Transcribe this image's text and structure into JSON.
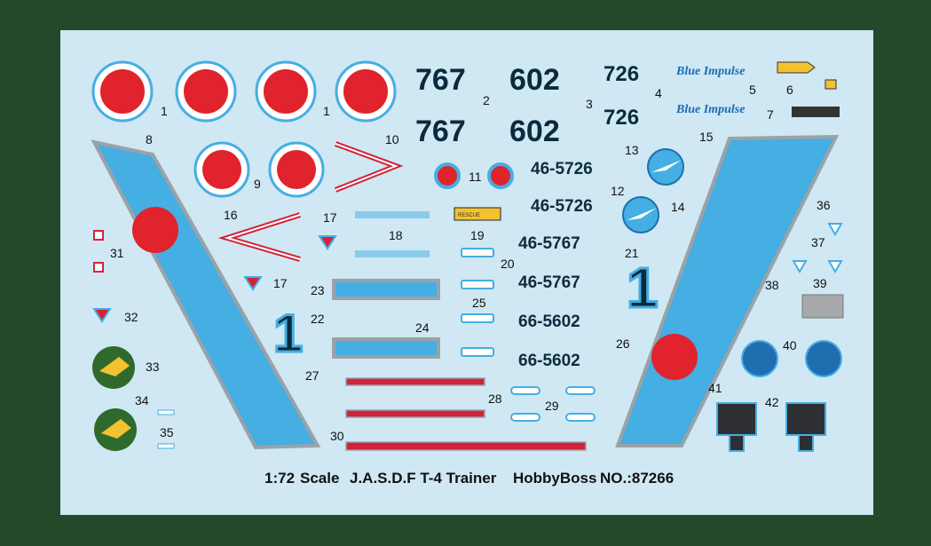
{
  "caption": {
    "scale": "1:72",
    "scale_word": "Scale",
    "model": "J.A.S.D.F T-4 Trainer",
    "brand": "HobbyBoss",
    "kit_no": "NO.:87266"
  },
  "tail_numbers": {
    "n767": "767",
    "n602": "602",
    "n726": "726",
    "one": "1"
  },
  "registrations": [
    "46-5726",
    "46-5726",
    "46-5767",
    "46-5767",
    "66-5602",
    "66-5602"
  ],
  "script_text": "Blue Impulse",
  "rescue_text": "RESCUE",
  "labels": {
    "l1a": "1",
    "l1b": "1",
    "l2": "2",
    "l3": "3",
    "l4": "4",
    "l5": "5",
    "l6": "6",
    "l7": "7",
    "l8": "8",
    "l9": "9",
    "l10": "10",
    "l11": "11",
    "l12": "12",
    "l13": "13",
    "l14": "14",
    "l15": "15",
    "l16": "16",
    "l17a": "17",
    "l17b": "17",
    "l18": "18",
    "l19": "19",
    "l20": "20",
    "l21": "21",
    "l22": "22",
    "l23": "23",
    "l24": "24",
    "l25": "25",
    "l26": "26",
    "l27": "27",
    "l28": "28",
    "l29": "29",
    "l30": "30",
    "l31": "31",
    "l32": "32",
    "l33": "33",
    "l34": "34",
    "l35": "35",
    "l36": "36",
    "l37": "37",
    "l38": "38",
    "l39": "39",
    "l40": "40",
    "l41": "41",
    "l42": "42"
  },
  "colors": {
    "frame": "#23492a",
    "sheet": "#cfe8f3",
    "hinomaru": "#e0232c",
    "decal_blue": "#45aee3",
    "outline_grey": "#9aa2a8",
    "dark_text": "#0d2c40",
    "stripe_red": "#d2233a"
  }
}
